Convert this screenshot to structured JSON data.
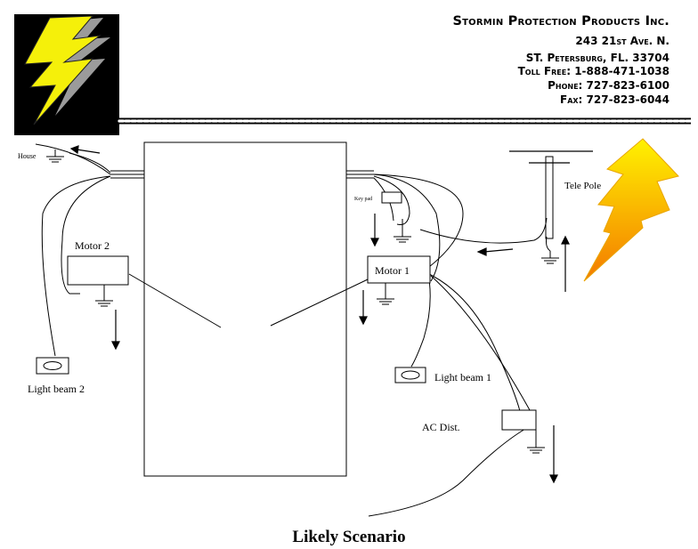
{
  "header": {
    "company": "Stormin Protection Products Inc.",
    "address": "243 21st Ave. N.",
    "city": "ST. Petersburg, FL. 33704",
    "toll_free": "Toll Free: 1-888-471-1038",
    "phone": "Phone: 727-823-6100",
    "fax": "Fax: 727-823-6044"
  },
  "logo": {
    "icon": "lightning-bolt-logo",
    "colors": {
      "background": "#000000",
      "bolt": "#f5f00a",
      "shadow": "#9b9b9b"
    }
  },
  "diagram": {
    "labels": {
      "house": "House",
      "keypad": "Key pad",
      "tele_pole": "Tele Pole",
      "motor_2": "Motor 2",
      "motor_1": "Motor 1",
      "light_beam_2": "Light beam 2",
      "light_beam_1": "Light beam 1",
      "ac_dist": "AC Dist."
    },
    "icons": {
      "lightning": "lightning-bolt-icon",
      "ground": "ground-symbol-icon",
      "arrow": "arrow-icon"
    },
    "colors": {
      "bolt_top": "#fff200",
      "bolt_bottom": "#f47a00",
      "bolt_stroke": "#e9a500",
      "line": "#000000"
    }
  },
  "caption": "Likely Scenario"
}
